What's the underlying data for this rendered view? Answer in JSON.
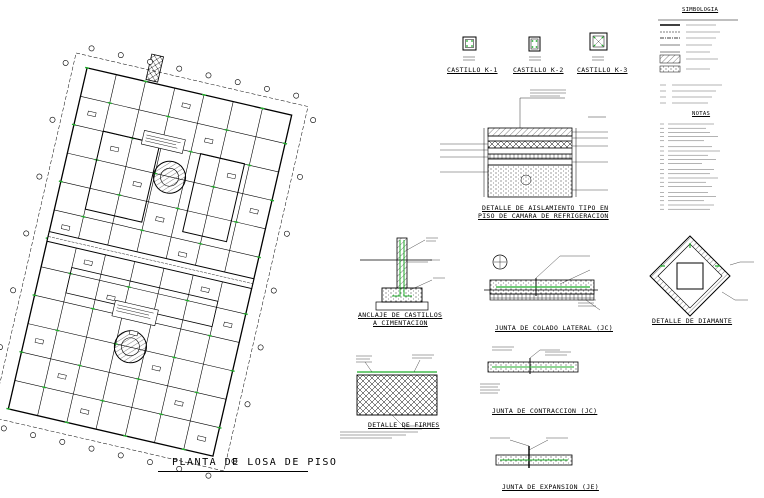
{
  "main_title": "PLANTA DE LOSA DE PISO",
  "details": {
    "castillo_k1": "CASTILLO K-1",
    "castillo_k2": "CASTILLO K-2",
    "castillo_k3": "CASTILLO K-3",
    "aislamiento_1": "DETALLE DE AISLAMIENTO TIPO EN",
    "aislamiento_2": "PISO DE CAMARA DE REFRIGERACION",
    "anclaje_1": "ANCLAJE DE CASTILLOS",
    "anclaje_2": "A CIMENTACION",
    "junta_colado": "JUNTA DE COLADO LATERAL (JC)",
    "firmes": "DETALLE DE FIRMES",
    "junta_contraccion": "JUNTA DE CONTRACCION (JC)",
    "junta_expansion": "JUNTA DE EXPANSION (JE)",
    "diamante": "DETALLE DE DIAMANTE"
  },
  "legend": {
    "simbologia": "SIMBOLOGIA",
    "notas": "NOTAS"
  },
  "colors": {
    "line": "#000000",
    "accent": "#1fae2a",
    "background": "#ffffff"
  }
}
